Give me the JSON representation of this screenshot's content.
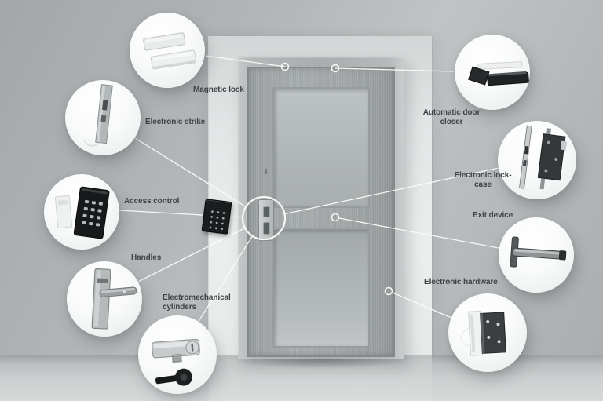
{
  "callouts": [
    {
      "id": "magnetic-lock",
      "label": "Magnetic lock",
      "icon": "magnetic-lock-plates-icon"
    },
    {
      "id": "electronic-strike",
      "label": "Electronic strike",
      "icon": "strike-plate-icon"
    },
    {
      "id": "access-control",
      "label": "Access control",
      "icon": "keypad-reader-icon"
    },
    {
      "id": "handles",
      "label": "Handles",
      "icon": "door-handle-icon"
    },
    {
      "id": "electromechanical-cylinders",
      "label": "Electromechanical cylinders",
      "icon": "lock-cylinder-key-icon"
    },
    {
      "id": "automatic-door-closer",
      "label": "Automatic door closer",
      "icon": "door-closer-icon"
    },
    {
      "id": "electronic-lock-case",
      "label": "Electronic lock-case",
      "icon": "mortise-lock-icon"
    },
    {
      "id": "exit-device",
      "label": "Exit device",
      "icon": "push-bar-icon"
    },
    {
      "id": "electronic-hardware",
      "label": "Electronic hardware",
      "icon": "wired-hinge-icon"
    }
  ],
  "scene": {
    "subject": "glazed metal door with wall keypad",
    "palette": {
      "wall_gray": "#b2b5b7",
      "recess_light": "#eceeee",
      "floor_gray": "#cccfcf",
      "door_metal": "#a9adad",
      "glass_gray": "#aeb3b4",
      "connector_line": "#fbfcfc",
      "label_text": "#3e4245",
      "device_dark": "#1a1c1e"
    }
  }
}
